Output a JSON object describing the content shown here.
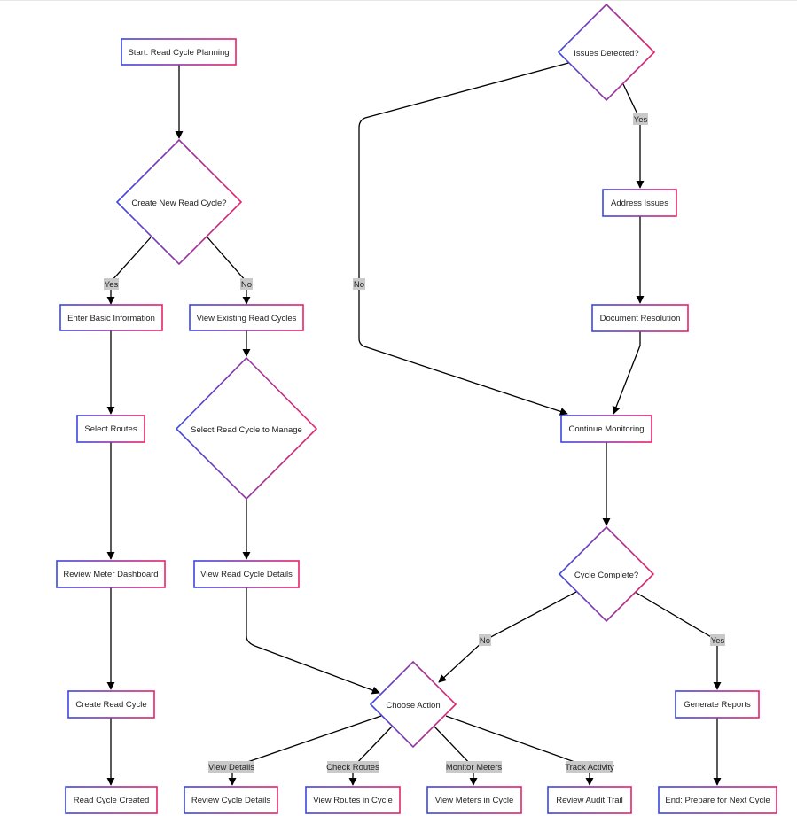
{
  "colors": {
    "gradient_start": "#3b46e0",
    "gradient_end": "#e8226a",
    "node_fill": "#ffffff",
    "edge": "#000000",
    "label_bg": "#c9c9c9"
  },
  "nodes": {
    "start": {
      "label": "Start: Read Cycle Planning",
      "shape": "rect"
    },
    "create_new": {
      "label": "Create New Read Cycle?",
      "shape": "diamond"
    },
    "enter_basic": {
      "label": "Enter Basic Information",
      "shape": "rect"
    },
    "view_existing": {
      "label": "View Existing Read Cycles",
      "shape": "rect"
    },
    "select_routes": {
      "label": "Select Routes",
      "shape": "rect"
    },
    "select_manage": {
      "label": "Select Read Cycle to Manage",
      "shape": "diamond"
    },
    "review_dashboard": {
      "label": "Review Meter Dashboard",
      "shape": "rect"
    },
    "view_details": {
      "label": "View Read Cycle Details",
      "shape": "rect"
    },
    "create_cycle": {
      "label": "Create Read Cycle",
      "shape": "rect"
    },
    "choose_action": {
      "label": "Choose Action",
      "shape": "diamond"
    },
    "cycle_created": {
      "label": "Read Cycle Created",
      "shape": "rect"
    },
    "review_cycle_details": {
      "label": "Review Cycle Details",
      "shape": "rect"
    },
    "view_routes": {
      "label": "View Routes in Cycle",
      "shape": "rect"
    },
    "view_meters": {
      "label": "View Meters in Cycle",
      "shape": "rect"
    },
    "review_audit": {
      "label": "Review Audit Trail",
      "shape": "rect"
    },
    "issues": {
      "label": "Issues Detected?",
      "shape": "diamond"
    },
    "address_issues": {
      "label": "Address Issues",
      "shape": "rect"
    },
    "document_resolution": {
      "label": "Document Resolution",
      "shape": "rect"
    },
    "continue_monitoring": {
      "label": "Continue Monitoring",
      "shape": "rect"
    },
    "cycle_complete": {
      "label": "Cycle Complete?",
      "shape": "diamond"
    },
    "generate_reports": {
      "label": "Generate Reports",
      "shape": "rect"
    },
    "end": {
      "label": "End: Prepare for Next Cycle",
      "shape": "rect"
    }
  },
  "edge_labels": {
    "create_yes": "Yes",
    "create_no": "No",
    "issues_yes": "Yes",
    "issues_no": "No",
    "complete_no": "No",
    "complete_yes": "Yes",
    "action_details": "View Details",
    "action_routes": "Check Routes",
    "action_meters": "Monitor Meters",
    "action_activity": "Track Activity"
  }
}
